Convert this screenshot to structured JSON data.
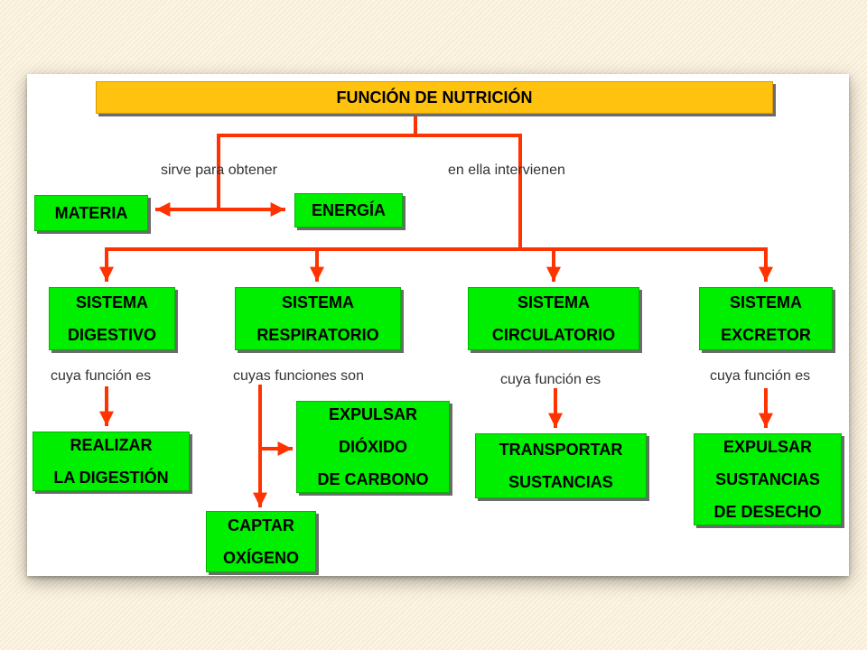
{
  "title": "FUNCIÓN DE NUTRICIÓN",
  "labels": {
    "sirve": "sirve para obtener",
    "intervienen": "en ella intervienen",
    "digestivo_fn": "cuya función es",
    "respiratorio_fn": "cuyas funciones son",
    "circulatorio_fn": "cuya función es",
    "excretor_fn": "cuya función es"
  },
  "boxes": {
    "materia": "MATERIA",
    "energia": "ENERGÍA",
    "digestivo": [
      "SISTEMA",
      "DIGESTIVO"
    ],
    "respiratorio": [
      "SISTEMA",
      "RESPIRATORIO"
    ],
    "circulatorio": [
      "SISTEMA",
      "CIRCULATORIO"
    ],
    "excretor": [
      "SISTEMA",
      "EXCRETOR"
    ],
    "digestion": [
      "REALIZAR",
      "LA DIGESTIÓN"
    ],
    "dioxido": [
      "EXPULSAR",
      "DIÓXIDO",
      "DE CARBONO"
    ],
    "oxigeno": [
      "CAPTAR",
      "OXÍGENO"
    ],
    "transportar": [
      "TRANSPORTAR",
      "SUSTANCIAS"
    ],
    "desecho": [
      "EXPULSAR",
      "SUSTANCIAS",
      "DE DESECHO"
    ]
  },
  "colors": {
    "title_fill": "#ffc20e",
    "box_fill": "#00ee00",
    "connector": "#ff3300"
  }
}
